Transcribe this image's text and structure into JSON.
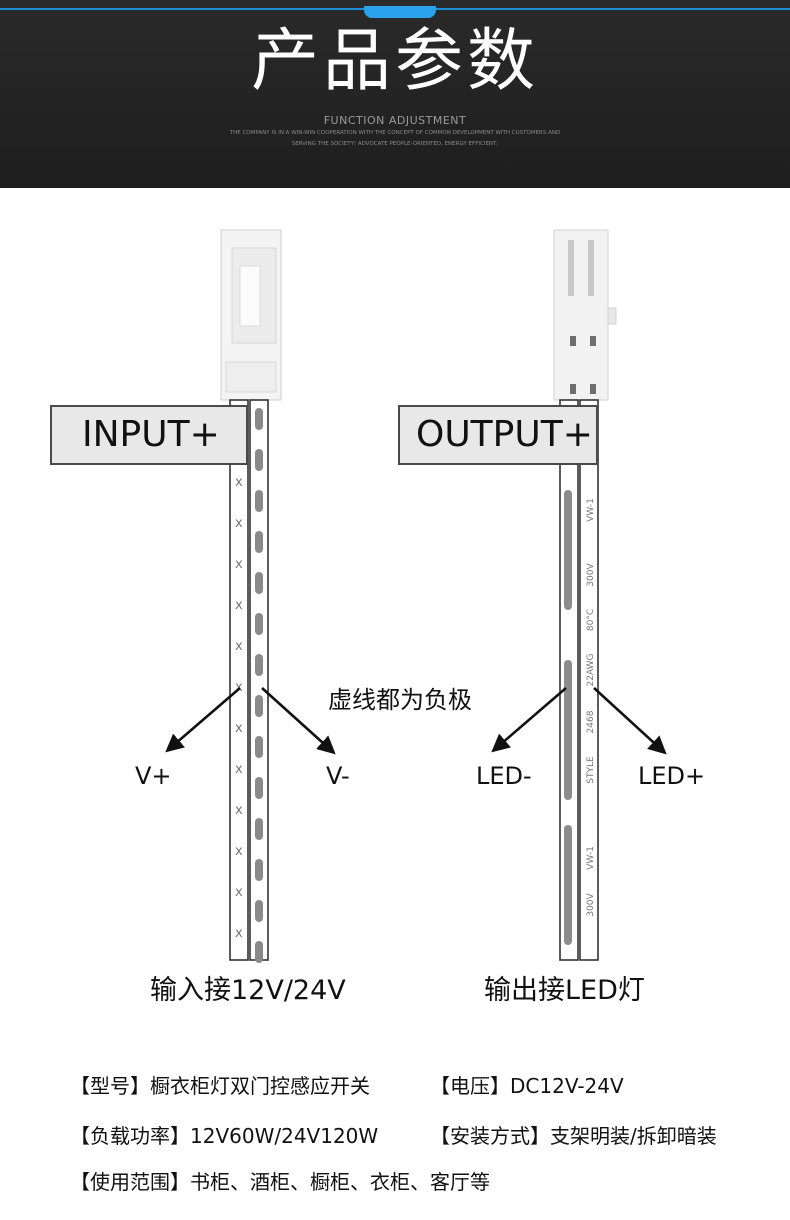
{
  "header": {
    "title": "产品参数",
    "subtitle": "FUNCTION ADJUSTMENT",
    "description_line1": "THE COMPANY IS IN A WIN-WIN COOPERATION WITH THE CONCEPT OF COMMON DEVELOPMENT WITH CUSTOMERS AND",
    "description_line2": "SERVING THE SOCIETY! ADVOCATE PEOPLE-ORIENTED, ENERGY EFFICIENT;"
  },
  "diagram": {
    "input_label": "INPUT+",
    "output_label": "OUTPUT+",
    "dashed_note": "虚线都为负极",
    "left_pos": "V+",
    "left_neg": "V-",
    "right_neg": "LED-",
    "right_pos": "LED+",
    "input_caption": "输入接12V/24V",
    "output_caption": "输出接LED灯",
    "cable_marks": [
      "VW-1",
      "300V",
      "80°C",
      "22AWG",
      "2468",
      "STYLE",
      "VW-1",
      "300V"
    ],
    "x_mark": "x"
  },
  "specs": {
    "model": "【型号】橱衣柜灯双门控感应开关",
    "voltage": "【电压】DC12V-24V",
    "load": "【负载功率】12V60W/24V120W",
    "install": "【安装方式】支架明装/拆卸暗装",
    "usage": "【使用范围】书柜、酒柜、橱柜、衣柜、客厅等"
  }
}
